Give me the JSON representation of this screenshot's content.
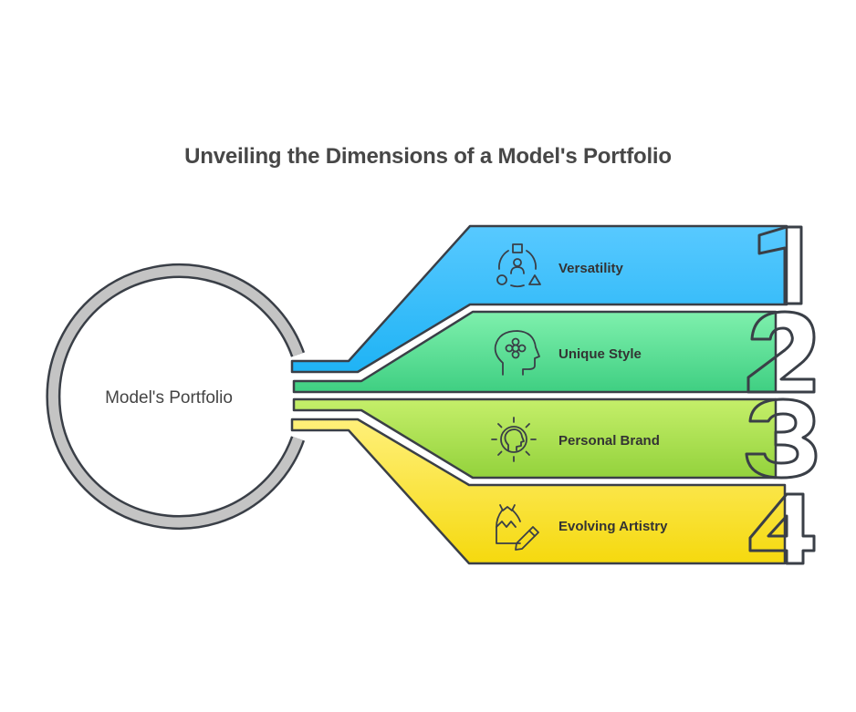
{
  "title": "Unveiling the Dimensions of a Model's Portfolio",
  "center": {
    "label": "Model's Portfolio"
  },
  "items": [
    {
      "number": "1",
      "label": "Versatility",
      "icon": "shapes-person-icon",
      "color_top": "#58c9ff",
      "color_bottom": "#1fb3f5"
    },
    {
      "number": "2",
      "label": "Unique Style",
      "icon": "head-flower-icon",
      "color_top": "#7ff0ad",
      "color_bottom": "#3fcf82"
    },
    {
      "number": "3",
      "label": "Personal Brand",
      "icon": "head-radiant-icon",
      "color_top": "#c5ef6a",
      "color_bottom": "#93d23c"
    },
    {
      "number": "4",
      "label": "Evolving Artistry",
      "icon": "vase-pencil-icon",
      "color_top": "#fff07a",
      "color_bottom": "#f5d90e"
    }
  ]
}
